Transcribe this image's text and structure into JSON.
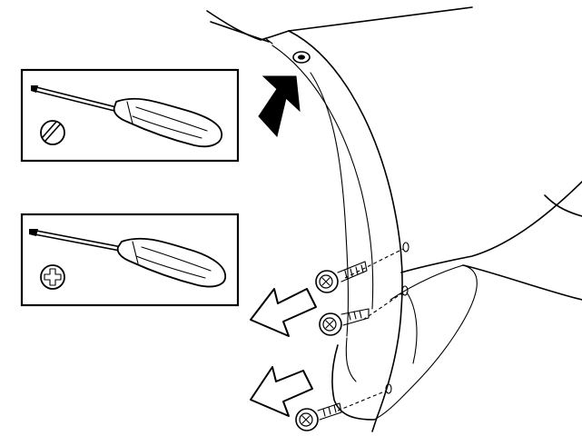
{
  "figure": {
    "kind": "technical-illustration",
    "subject": "bumper-cover-screw-removal",
    "tools": [
      {
        "type": "flat-blade-screwdriver",
        "tip_symbol": "slot"
      },
      {
        "type": "phillips-screwdriver",
        "tip_symbol": "cross"
      }
    ],
    "fasteners": {
      "visible_screws": 3,
      "hidden_clip": 1
    },
    "arrows": [
      {
        "style": "solid",
        "direction": "up-right",
        "points_to": "upper-clip"
      },
      {
        "style": "outline",
        "direction": "down-left",
        "points_from": "upper-screws"
      },
      {
        "style": "outline",
        "direction": "down-left",
        "points_from": "lower-screw"
      }
    ],
    "colors": {
      "ink": "#000000",
      "paper": "#ffffff"
    }
  }
}
